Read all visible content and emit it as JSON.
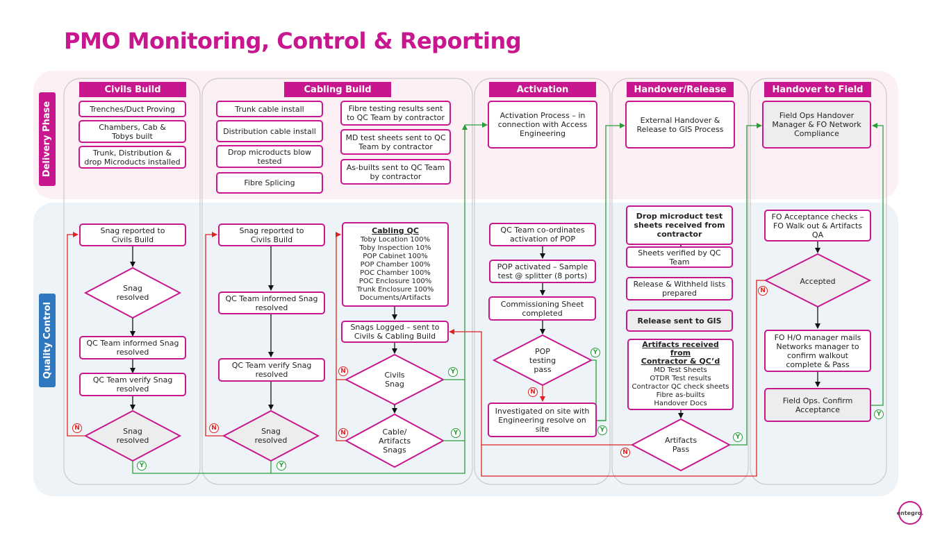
{
  "title": "PMO Monitoring, Control & Reporting",
  "phases": {
    "delivery": "Delivery Phase",
    "quality": "Quality Control"
  },
  "columns": {
    "civils": "Civils Build",
    "cabling": "Cabling Build",
    "activation": "Activation",
    "handover": "Handover/Release",
    "field": "Handover to Field"
  },
  "delivery": {
    "civils": [
      "Trenches/Duct Proving",
      "Chambers, Cab &\nTobys built",
      "Trunk, Distribution &\ndrop Microducts installed"
    ],
    "cabling_left": [
      "Trunk cable install",
      "Distribution cable install",
      "Drop microducts blow\ntested",
      "Fibre Splicing"
    ],
    "cabling_right": [
      "Fibre testing results sent\nto QC Team by contractor",
      "MD test sheets sent to QC\nTeam by contractor",
      "As-builts sent to QC Team\nby contractor"
    ],
    "activation": "Activation Process – in\nconnection with Access\nEngineering",
    "handover": "External Handover &\nRelease to GIS Process",
    "field": "Field Ops Handover\nManager & FO Network\nCompliance"
  },
  "qc": {
    "civils": {
      "snag_reported": "Snag reported to\nCivils Build",
      "d1": "Snag\nresolved",
      "informed": "QC Team informed Snag\nresolved",
      "verify": "QC Team verify Snag\nresolved",
      "d2": "Snag\nresolved"
    },
    "cabling": {
      "snag_reported": "Snag reported to\nCivils Build",
      "informed": "QC Team informed Snag\nresolved",
      "verify": "QC Team verify Snag\nresolved",
      "d": "Snag\nresolved",
      "qc_title": "Cabling QC",
      "qc_items": [
        "Toby Location 100%",
        "Toby Inspection  10%",
        "POP Cabinet 100%",
        "POP Chamber 100%",
        "POC Chamber 100%",
        "POC Enclosure 100%",
        "Trunk Enclosure 100%",
        "Documents/Artifacts"
      ],
      "snags_logged": "Snags Logged – sent to\nCivils & Cabling Build",
      "d_civils": "Civils\nSnag",
      "d_cable": "Cable/\nArtifacts\nSnags"
    },
    "activation": {
      "coord": "QC Team co-ordinates\nactivation of POP",
      "pop_activated": "POP activated – Sample\ntest @ splitter (8 ports)",
      "commissioning": "Commissioning Sheet\ncompleted",
      "d": "POP\ntesting\npass",
      "investigated": "Investigated on site with\nEngineering resolve on\nsite"
    },
    "handover": {
      "drop": "Drop microduct test\nsheets received from\ncontractor",
      "verified": "Sheets verified by QC\nTeam",
      "release_lists": "Release & Withheld lists\nprepared",
      "release_gis": "Release sent to GIS",
      "artifacts_title": "Artifacts received from\nContractor & QC’d",
      "artifacts_items": [
        "MD Test Sheets",
        "OTDR Test results",
        "Contractor QC check sheets",
        "Fibre as-builts",
        "Handover Docs"
      ],
      "d": "Artifacts\nPass"
    },
    "field": {
      "acceptance": "FO Acceptance checks –\nFO Walk out & Artifacts\nQA",
      "d": "Accepted",
      "mails": "FO H/O manager mails\nNetworks manager to\nconfirm walkout\ncomplete & Pass",
      "confirm": "Field Ops. Confirm\nAcceptance"
    }
  },
  "yn": {
    "y": "Y",
    "n": "N"
  },
  "logo": "entegro.",
  "colors": {
    "magenta": "#c8168f",
    "green": "#2a9d3a",
    "red": "#e02020",
    "blue": "#2f77bf"
  }
}
